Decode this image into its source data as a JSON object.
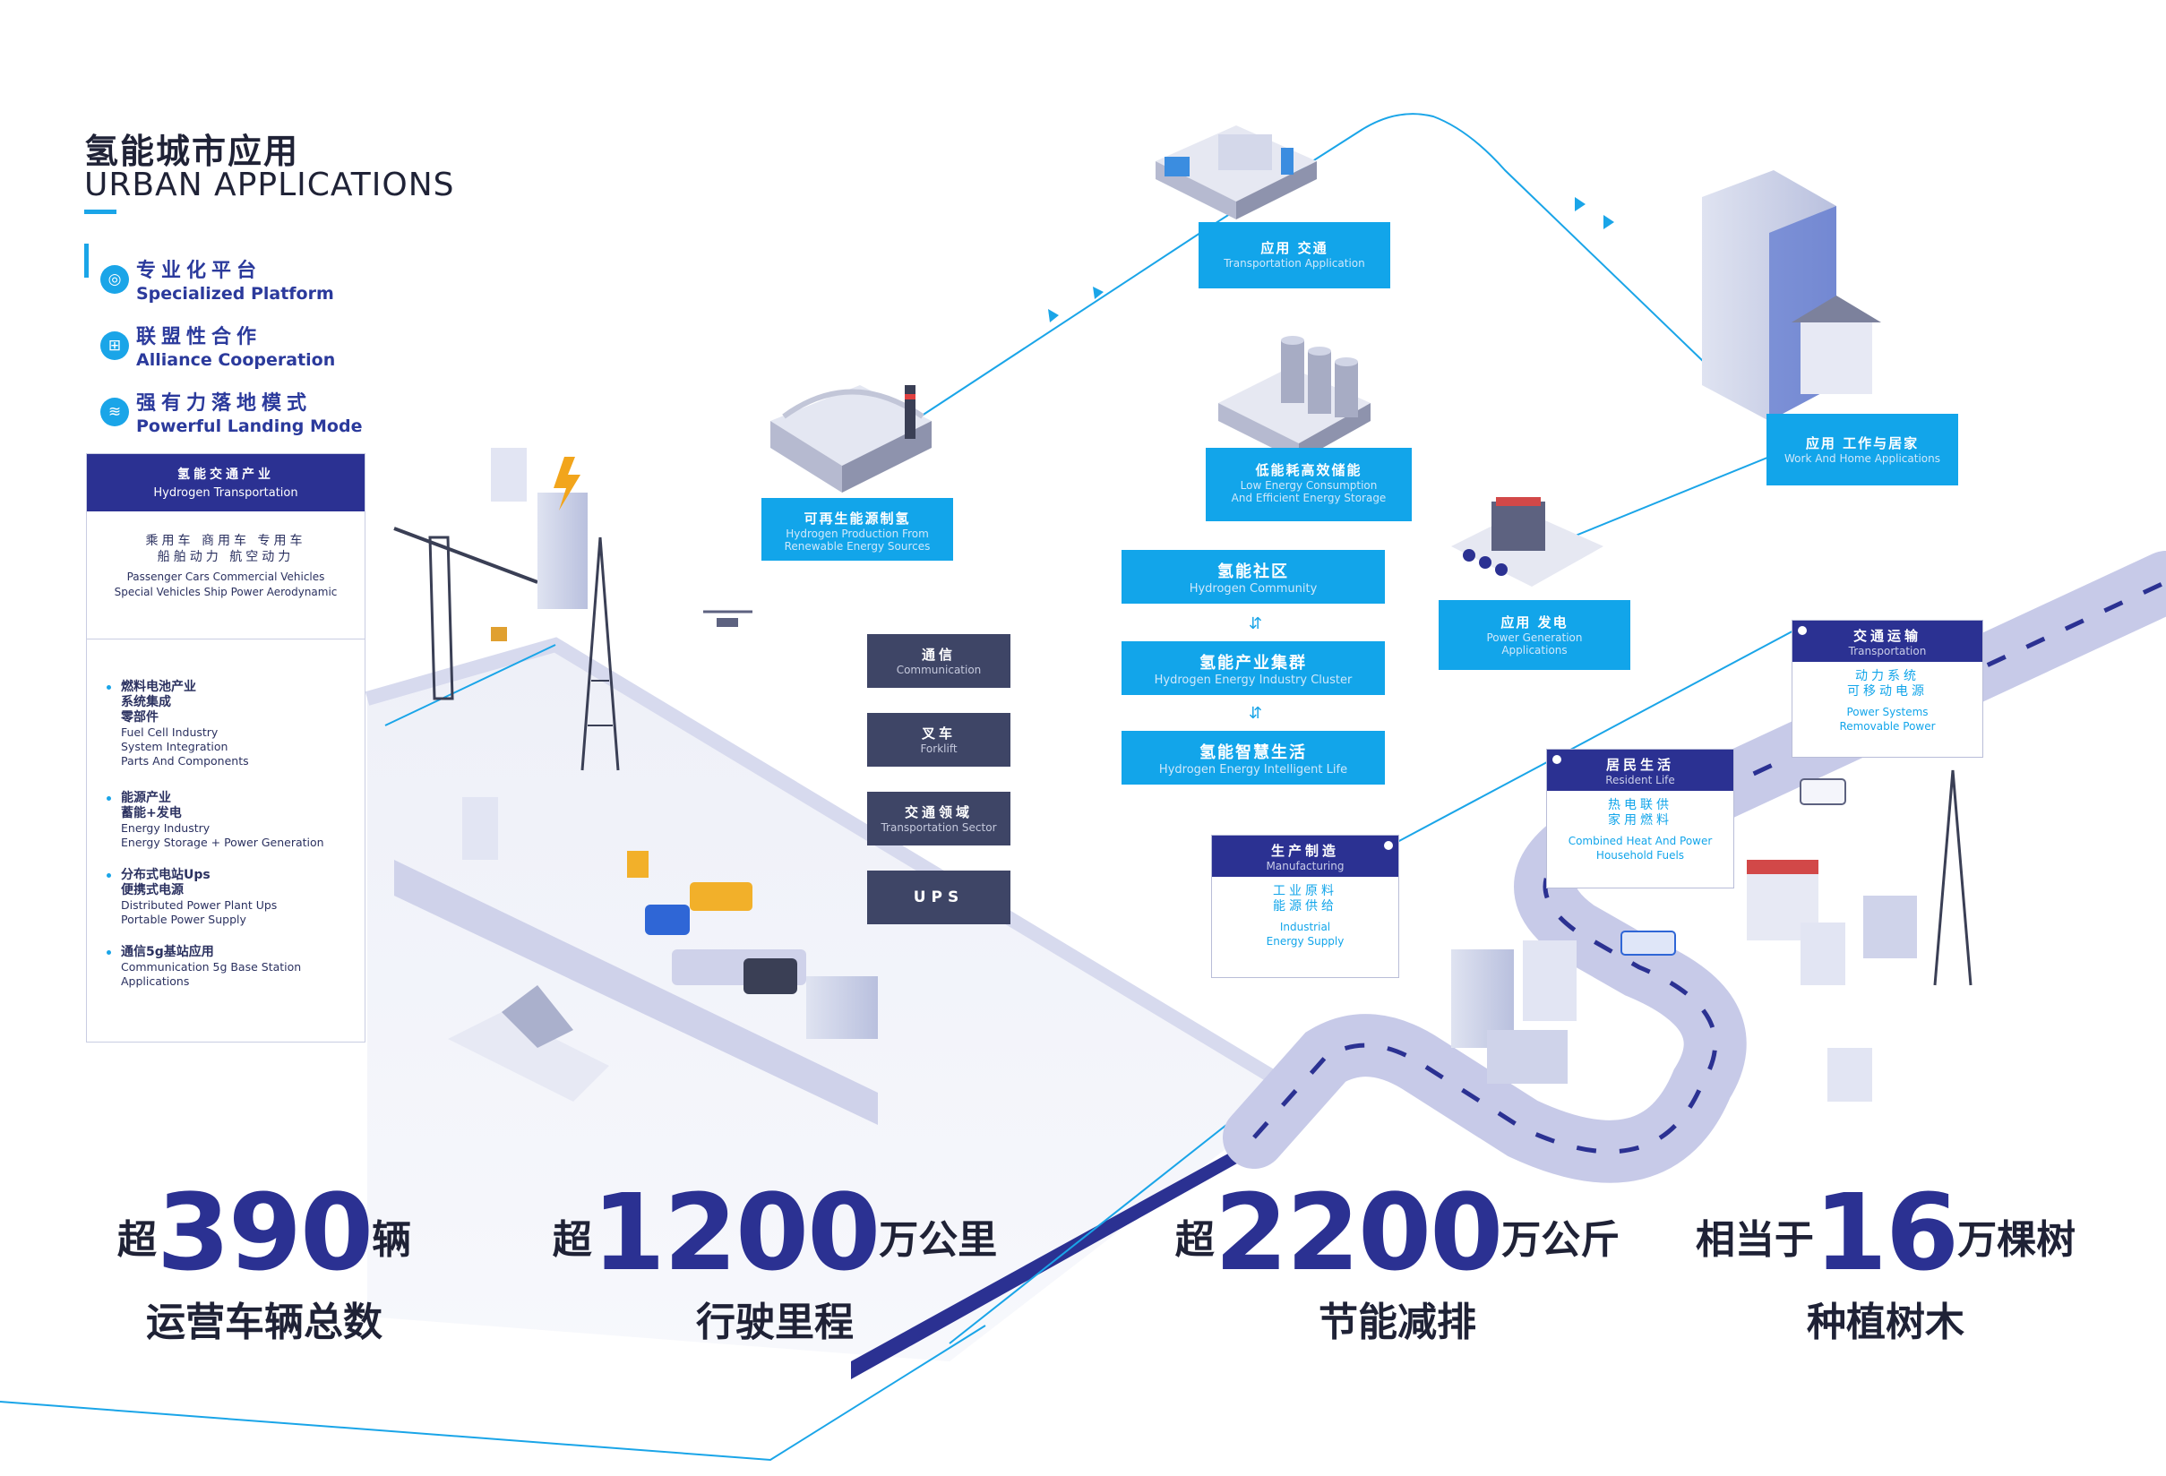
{
  "header": {
    "title_cn": "氢能城市应用",
    "title_en": "URBAN APPLICATIONS"
  },
  "features": [
    {
      "icon": "platform-icon",
      "cn": "专业化平台",
      "en": "Specialized Platform"
    },
    {
      "icon": "alliance-icon",
      "cn": "联盟性合作",
      "en": "Alliance Cooperation"
    },
    {
      "icon": "landing-icon",
      "cn": "强有力落地模式",
      "en": "Powerful Landing Mode"
    }
  ],
  "panel": {
    "head_cn": "氢能交通产业",
    "head_en": "Hydrogen Transportation",
    "sub_cn_1": "乘用车  商用车  专用车",
    "sub_cn_2": "船舶动力  航空动力",
    "sub_en_1": "Passenger Cars    Commercial Vehicles",
    "sub_en_2": "Special Vehicles  Ship Power  Aerodynamic",
    "bullets": [
      {
        "cn": [
          "燃料电池产业",
          "系统集成",
          "零部件"
        ],
        "en": [
          "Fuel Cell Industry",
          "System Integration",
          "Parts And Components"
        ]
      },
      {
        "cn": [
          "能源产业",
          "蓄能+发电"
        ],
        "en": [
          "Energy Industry",
          "Energy Storage + Power Generation"
        ]
      },
      {
        "cn": [
          "分布式电站Ups",
          "便携式电源"
        ],
        "en": [
          "Distributed Power Plant Ups",
          "Portable Power Supply"
        ]
      },
      {
        "cn": [
          "通信5g基站应用"
        ],
        "en": [
          "Communication 5g Base Station",
          "Applications"
        ]
      }
    ]
  },
  "scene_labels": {
    "renewable": {
      "cn": "可再生能源制氢",
      "en1": "Hydrogen Production From",
      "en2": "Renewable Energy Sources"
    },
    "transport_app": {
      "cn": "应用 交通",
      "en": "Transportation Application"
    },
    "work_home": {
      "cn": "应用 工作与居家",
      "en": "Work And Home Applications"
    },
    "storage": {
      "cn": "低能耗高效储能",
      "en1": "Low Energy Consumption",
      "en2": "And Efficient Energy Storage"
    },
    "power_gen": {
      "cn": "应用 发电",
      "en1": "Power Generation",
      "en2": "Applications"
    },
    "community": {
      "cn": "氢能社区",
      "en": "Hydrogen Community"
    },
    "cluster": {
      "cn": "氢能产业集群",
      "en": "Hydrogen Energy Industry Cluster"
    },
    "smart_life": {
      "cn": "氢能智慧生活",
      "en": "Hydrogen Energy Intelligent Life"
    }
  },
  "dark_labels": [
    {
      "cn": "通信",
      "en": "Communication"
    },
    {
      "cn": "叉车",
      "en": "Forklift"
    },
    {
      "cn": "交通领域",
      "en": "Transportation Sector"
    },
    {
      "cn": "UPS",
      "en": ""
    }
  ],
  "cards": {
    "manufacturing": {
      "head_cn": "生产制造",
      "head_en": "Manufacturing",
      "body_cn_1": "工业原料",
      "body_cn_2": "能源供给",
      "body_en_1": "Industrial",
      "body_en_2": "Energy Supply"
    },
    "resident": {
      "head_cn": "居民生活",
      "head_en": "Resident Life",
      "body_cn_1": "热电联供",
      "body_cn_2": "家用燃料",
      "body_en_1": "Combined Heat And Power",
      "body_en_2": "Household Fuels"
    },
    "transportation": {
      "head_cn": "交通运输",
      "head_en": "Transportation",
      "body_cn_1": "动力系统",
      "body_cn_2": "可移动电源",
      "body_en_1": "Power Systems",
      "body_en_2": "Removable Power"
    }
  },
  "stats": [
    {
      "prefix": "超",
      "number": "390",
      "suffix": "辆",
      "label": "运营车辆总数"
    },
    {
      "prefix": "超",
      "number": "1200",
      "suffix": "万公里",
      "label": "行驶里程"
    },
    {
      "prefix": "超",
      "number": "2200",
      "suffix": "万公斤",
      "label": "节能减排"
    },
    {
      "prefix": "相当于",
      "number": "16",
      "suffix": "万棵树",
      "label": "种植树木"
    }
  ],
  "colors": {
    "navy": "#2b3192",
    "accent_blue": "#12a5ea",
    "dark_label": "#3e4566",
    "road": "#c7cae8"
  }
}
